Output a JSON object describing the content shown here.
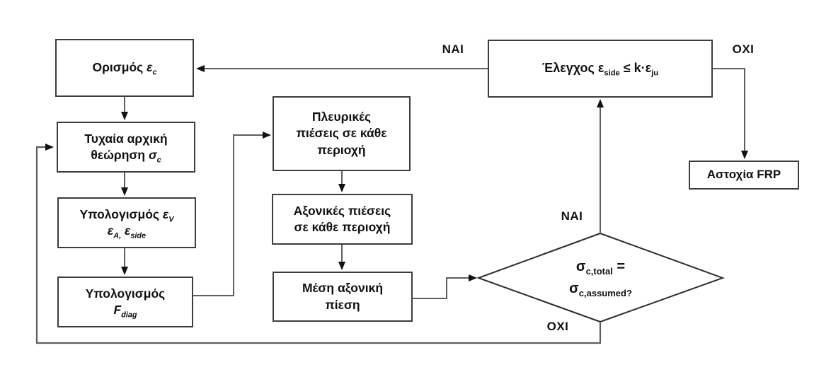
{
  "colors": {
    "background": "#ffffff",
    "box_border": "#3d3d3d",
    "connector": "#5f5f5f",
    "arrowhead": "#111111",
    "text": "#111111"
  },
  "nodes": {
    "define_ec": {
      "lines": [
        [
          {
            "t": "Ορισμός "
          },
          {
            "t": "ε",
            "i": 1
          },
          {
            "t": "c",
            "sub": 1,
            "i": 1
          }
        ]
      ]
    },
    "random_initial_assumption": {
      "lines": [
        [
          {
            "t": "Τυχαία αρχική"
          }
        ],
        [
          {
            "t": "θεώρηση "
          },
          {
            "t": "σ",
            "i": 1
          },
          {
            "t": "c",
            "sub": 1,
            "i": 1
          }
        ]
      ]
    },
    "calc_strains": {
      "lines": [
        [
          {
            "t": "Υπολογισμός "
          },
          {
            "t": "ε",
            "i": 1
          },
          {
            "t": "V",
            "sub": 1,
            "i": 1
          }
        ],
        [
          {
            "t": "ε",
            "i": 1
          },
          {
            "t": "A,",
            "sub": 1,
            "i": 1
          },
          {
            "t": " "
          },
          {
            "t": "ε",
            "i": 1
          },
          {
            "t": "side",
            "sub": 1,
            "i": 1
          }
        ]
      ]
    },
    "calc_fdiag": {
      "lines": [
        [
          {
            "t": "Υπολογισμός"
          }
        ],
        [
          {
            "t": "F",
            "i": 1
          },
          {
            "t": "diag",
            "sub": 1,
            "i": 1
          }
        ]
      ]
    },
    "lateral_pressures": {
      "lines": [
        [
          {
            "t": "Πλευρικές"
          }
        ],
        [
          {
            "t": "πιέσεις σε κάθε"
          }
        ],
        [
          {
            "t": "περιοχή"
          }
        ]
      ]
    },
    "axial_pressures": {
      "lines": [
        [
          {
            "t": "Αξονικές πιέσεις"
          }
        ],
        [
          {
            "t": "σε κάθε περιοχή"
          }
        ]
      ]
    },
    "mean_axial_pressure": {
      "lines": [
        [
          {
            "t": "Μέση αξονική"
          }
        ],
        [
          {
            "t": "πίεση"
          }
        ]
      ]
    },
    "check_eside": {
      "lines": [
        [
          {
            "t": "Έλεγχος ε"
          },
          {
            "t": "side",
            "sub": 1
          },
          {
            "t": " ≤ k·ε"
          },
          {
            "t": "ju",
            "sub": 1
          }
        ]
      ]
    },
    "frp_failure": {
      "lines": [
        [
          {
            "t": "Αστοχία FRP"
          }
        ]
      ]
    },
    "decision_sigma": {
      "lines": [
        [
          {
            "t": "σ"
          },
          {
            "t": "c,total",
            "sub": 1
          },
          {
            "t": " ="
          }
        ],
        [
          {
            "t": "σ"
          },
          {
            "t": "c,assumed?",
            "sub": 1
          }
        ]
      ]
    }
  },
  "labels": {
    "nai_top": "ΝΑΙ",
    "oxi_top": "ΟΧΙ",
    "nai_mid": "ΝΑΙ",
    "oxi_bottom": "ΟΧΙ"
  }
}
